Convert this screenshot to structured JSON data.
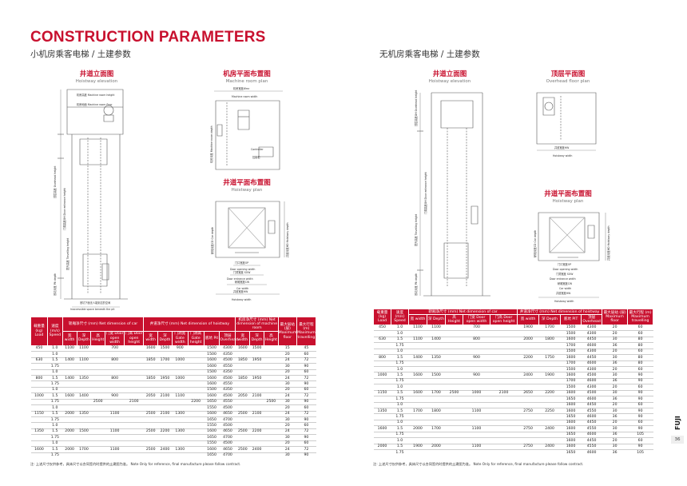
{
  "page": {
    "title": "CONSTRUCTION PARAMETERS",
    "left_subtitle": "小机房乘客电梯 / 土建参数",
    "right_subtitle": "无机房乘客电梯 / 土建参数",
    "page_number": "36",
    "brand": "FUJI"
  },
  "left": {
    "elevation": {
      "cn": "井道立面图",
      "en": "Hoistway elevation",
      "labels": {
        "machine_height": "机房高度 Machine room height",
        "machine_floor": "机房地面 Machine room floor",
        "overhead": "顶层高度 Overhead height",
        "entrance_height": "门洞高度OH Door entrance height",
        "travelling": "提升高度 Travelling height",
        "pit_depth": "底坑深度 Pit depth",
        "pit_note_cn": "底坑下面无人能到达的空间",
        "pit_note_en": "Inaccessible space beneath the pit"
      }
    },
    "machine_plan": {
      "cn": "机房平面布置图",
      "en": "Machine room plan",
      "labels": {
        "room_width": "机房宽度Wmr",
        "room_width_en": "Machine room width",
        "room_depth": "机房深度 Machine room depth",
        "controller_en": "Controller",
        "controller_cn": "控制柜"
      }
    },
    "hoistway_plan": {
      "cn": "井道平面布置图",
      "en": "Hoistway plan",
      "labels": {
        "door_width": "门口宽度OP",
        "door_width_en": "Door opening width",
        "entrance_width": "门洞宽度 SOW",
        "entrance_width_en": "Door entrance width",
        "car_width": "轿厢宽度CW",
        "car_width_en": "Car width",
        "hoistway_width": "井道宽度HW",
        "hoistway_width_en": "Hoistway width",
        "car_depth": "轿厢深度CD Car depth",
        "hoistway_depth": "井道深度HD Hoistway depth"
      }
    },
    "table": {
      "col_headers": [
        "载重量 (kg) Load",
        "速度 (m/s) Speed",
        "宽 width",
        "深 Depth",
        "高 Height",
        "门宽 Door open width",
        "门高 Door open height",
        "宽 width",
        "深 Depth",
        "门洞宽 Gate width",
        "门洞高 Gate height",
        "底坑 Pit",
        "顶层 Overhead",
        "宽 width",
        "深 Depth",
        "高 Height",
        "最大层站 Maximum floor",
        "最大行程 Maximum travelling"
      ],
      "group_headers": {
        "car": "轿厢净尺寸 (mm) Net dimension of car",
        "hoistway": "井道净尺寸 (mm) Net dimension of hoistway",
        "machine": "机房净尺寸 (mm) Net dimension of machine room",
        "floor": "最大层站 (层) Maximum floor",
        "travel": "最大行程 (m) Maximum travelling"
      },
      "rows": [
        [
          "450",
          "1.0",
          "1100",
          "1100",
          "",
          "700",
          "",
          "1600",
          "1500",
          "900",
          "",
          "1500",
          "4300",
          "1600",
          "1500",
          "",
          "15",
          "45"
        ],
        [
          "",
          "1.0",
          "",
          "",
          "",
          "",
          "",
          "",
          "",
          "",
          "",
          "1500",
          "4350",
          "",
          "",
          "",
          "20",
          "60"
        ],
        [
          "630",
          "1.5",
          "1400",
          "1100",
          "",
          "800",
          "",
          "1850",
          "1700",
          "1000",
          "",
          "1600",
          "4500",
          "1850",
          "1950",
          "",
          "24",
          "72"
        ],
        [
          "",
          "1.75",
          "",
          "",
          "",
          "",
          "",
          "",
          "",
          "",
          "",
          "1600",
          "4550",
          "",
          "",
          "",
          "30",
          "90"
        ],
        [
          "",
          "1.0",
          "",
          "",
          "",
          "",
          "",
          "",
          "",
          "",
          "",
          "1500",
          "4350",
          "",
          "",
          "",
          "20",
          "60"
        ],
        [
          "800",
          "1.5",
          "1400",
          "1350",
          "",
          "800",
          "",
          "1850",
          "1950",
          "1000",
          "",
          "1600",
          "4500",
          "1850",
          "1950",
          "",
          "24",
          "72"
        ],
        [
          "",
          "1.75",
          "",
          "",
          "",
          "",
          "",
          "",
          "",
          "",
          "",
          "1600",
          "4550",
          "",
          "",
          "",
          "30",
          "90"
        ],
        [
          "",
          "1.0",
          "",
          "",
          "",
          "",
          "",
          "",
          "",
          "",
          "",
          "1500",
          "4350",
          "",
          "",
          "",
          "20",
          "60"
        ],
        [
          "1000",
          "1.5",
          "1600",
          "1400",
          "",
          "900",
          "",
          "2050",
          "2100",
          "1100",
          "",
          "1600",
          "4500",
          "2050",
          "2100",
          "",
          "24",
          "72"
        ],
        [
          "",
          "1.75",
          "",
          "",
          "2500",
          "",
          "2100",
          "",
          "",
          "",
          "2200",
          "1650",
          "4550",
          "",
          "",
          "2500",
          "30",
          "90"
        ],
        [
          "",
          "1.0",
          "",
          "",
          "",
          "",
          "",
          "",
          "",
          "",
          "",
          "1550",
          "4500",
          "",
          "",
          "",
          "20",
          "60"
        ],
        [
          "1150",
          "1.5",
          "2000",
          "1350",
          "",
          "1100",
          "",
          "2500",
          "2100",
          "1300",
          "",
          "1600",
          "4650",
          "2500",
          "2100",
          "",
          "24",
          "72"
        ],
        [
          "",
          "1.75",
          "",
          "",
          "",
          "",
          "",
          "",
          "",
          "",
          "",
          "1650",
          "4700",
          "",
          "",
          "",
          "30",
          "90"
        ],
        [
          "",
          "1.0",
          "",
          "",
          "",
          "",
          "",
          "",
          "",
          "",
          "",
          "1550",
          "4500",
          "",
          "",
          "",
          "20",
          "60"
        ],
        [
          "1350",
          "1.5",
          "2000",
          "1500",
          "",
          "1100",
          "",
          "2500",
          "2200",
          "1300",
          "",
          "1600",
          "4650",
          "2500",
          "2200",
          "",
          "24",
          "72"
        ],
        [
          "",
          "1.75",
          "",
          "",
          "",
          "",
          "",
          "",
          "",
          "",
          "",
          "1650",
          "4700",
          "",
          "",
          "",
          "30",
          "90"
        ],
        [
          "",
          "1.0",
          "",
          "",
          "",
          "",
          "",
          "",
          "",
          "",
          "",
          "1550",
          "4500",
          "",
          "",
          "",
          "20",
          "60"
        ],
        [
          "1600",
          "1.5",
          "2000",
          "1700",
          "",
          "1100",
          "",
          "2500",
          "2400",
          "1300",
          "",
          "1600",
          "4650",
          "2500",
          "2400",
          "",
          "24",
          "72"
        ],
        [
          "",
          "1.75",
          "",
          "",
          "",
          "",
          "",
          "",
          "",
          "",
          "",
          "1650",
          "4700",
          "",
          "",
          "",
          "30",
          "90"
        ]
      ],
      "note": "注: 上述尺寸仅供参考，具体尺寸以合同签约时提供的土建图为准。 Note Only for reference, final manufacture please follow contract."
    }
  },
  "right": {
    "elevation": {
      "cn": "井道立面图",
      "en": "Hoistway elevation",
      "labels": {
        "overhead": "顶层高度OH Overhead height",
        "entrance_height": "门洞高度OH Door entrance height",
        "travelling": "提升高度 Travelling height",
        "pit_depth": "底坑深度 Pit depth"
      }
    },
    "overhead_plan": {
      "cn": "顶层平面图",
      "en": "Overhead floor plan",
      "labels": {
        "hoistway_width": "井道宽度HW",
        "hoistway_width_en": "Hoistway width"
      }
    },
    "hoistway_plan": {
      "cn": "井道平面布置图",
      "en": "Hoistway plan",
      "labels": {
        "door_width": "门口宽度OP",
        "door_width_en": "Door opening width",
        "entrance_width": "门洞宽度 SOW",
        "entrance_width_en": "Door entrance width",
        "car_width": "轿厢宽度CW",
        "car_width_en": "Car width",
        "hoistway_width": "井道宽度HW",
        "hoistway_width_en": "Hoistway width",
        "car_depth": "轿厢深度CD Car depth",
        "hoistway_depth": "井道深度HD Hoistway depth"
      }
    },
    "table": {
      "col_headers": [
        "载重量 (kg) Load",
        "速度 (m/s) Speed",
        "宽 width",
        "深 Depth",
        "高 Height",
        "门宽 Door open width",
        "门高 Door open height",
        "宽 width",
        "深 Depth",
        "底坑 PIT",
        "顶层 Overhead",
        "最大层站 Maximum floor",
        "最大行程 Maximum travelling"
      ],
      "group_headers": {
        "car": "轿厢净尺寸 (mm) Net dimension of car",
        "hoistway": "井道净尺寸 (mm) Net dimension of hoistway",
        "floor": "最大层站 (层) Maximum floor",
        "travel": "最大行程 (m) Maximum travelling"
      },
      "rows": [
        [
          "450",
          "1.0",
          "1100",
          "1100",
          "",
          "700",
          "",
          "1900",
          "1700",
          "1500",
          "4300",
          "20",
          "60"
        ],
        [
          "",
          "1.0",
          "",
          "",
          "",
          "",
          "",
          "",
          "",
          "1500",
          "4300",
          "20",
          "60"
        ],
        [
          "630",
          "1.5",
          "1100",
          "1400",
          "",
          "800",
          "",
          "2000",
          "1800",
          "1600",
          "4450",
          "30",
          "80"
        ],
        [
          "",
          "1.75",
          "",
          "",
          "",
          "",
          "",
          "",
          "",
          "1700",
          "4600",
          "36",
          "80"
        ],
        [
          "",
          "1.0",
          "",
          "",
          "",
          "",
          "",
          "",
          "",
          "1500",
          "4300",
          "20",
          "60"
        ],
        [
          "800",
          "1.5",
          "1400",
          "1350",
          "",
          "900",
          "",
          "2200",
          "1750",
          "1600",
          "4450",
          "30",
          "80"
        ],
        [
          "",
          "1.75",
          "",
          "",
          "",
          "",
          "",
          "",
          "",
          "1700",
          "4600",
          "36",
          "80"
        ],
        [
          "",
          "1.0",
          "",
          "",
          "",
          "",
          "",
          "",
          "",
          "1500",
          "4300",
          "20",
          "60"
        ],
        [
          "1000",
          "1.5",
          "1600",
          "1500",
          "",
          "900",
          "",
          "2400",
          "1900",
          "1600",
          "4500",
          "30",
          "90"
        ],
        [
          "",
          "1.75",
          "",
          "",
          "",
          "",
          "",
          "",
          "",
          "1700",
          "4600",
          "36",
          "90"
        ],
        [
          "",
          "1.0",
          "",
          "",
          "",
          "",
          "",
          "",
          "",
          "1500",
          "4300",
          "20",
          "60"
        ],
        [
          "1150",
          "1.5",
          "1600",
          "1700",
          "2500",
          "1000",
          "2100",
          "2650",
          "2200",
          "1600",
          "4500",
          "30",
          "90"
        ],
        [
          "",
          "1.75",
          "",
          "",
          "",
          "",
          "",
          "",
          "",
          "1650",
          "4600",
          "36",
          "90"
        ],
        [
          "",
          "1.0",
          "",
          "",
          "",
          "",
          "",
          "",
          "",
          "1600",
          "4450",
          "20",
          "60"
        ],
        [
          "1350",
          "1.5",
          "1700",
          "1800",
          "",
          "1100",
          "",
          "2750",
          "2250",
          "1600",
          "4550",
          "30",
          "90"
        ],
        [
          "",
          "1.75",
          "",
          "",
          "",
          "",
          "",
          "",
          "",
          "1650",
          "4600",
          "36",
          "90"
        ],
        [
          "",
          "1.0",
          "",
          "",
          "",
          "",
          "",
          "",
          "",
          "1600",
          "4450",
          "20",
          "60"
        ],
        [
          "1600",
          "1.5",
          "2000",
          "1700",
          "",
          "1100",
          "",
          "2750",
          "2400",
          "1600",
          "4550",
          "30",
          "90"
        ],
        [
          "",
          "1.75",
          "",
          "",
          "",
          "",
          "",
          "",
          "",
          "1650",
          "4600",
          "36",
          "105"
        ],
        [
          "",
          "1.0",
          "",
          "",
          "",
          "",
          "",
          "",
          "",
          "1600",
          "4450",
          "20",
          "60"
        ],
        [
          "2000",
          "1.5",
          "1900",
          "2000",
          "",
          "1100",
          "",
          "2750",
          "2400",
          "1600",
          "4550",
          "30",
          "90"
        ],
        [
          "",
          "1.75",
          "",
          "",
          "",
          "",
          "",
          "",
          "",
          "1650",
          "4600",
          "36",
          "105"
        ]
      ],
      "note": "注: 上述尺寸仅供参考，具体尺寸以合同签约时提供的土建图为准。 Note Only for reference, final manufacture please follow contract."
    }
  }
}
